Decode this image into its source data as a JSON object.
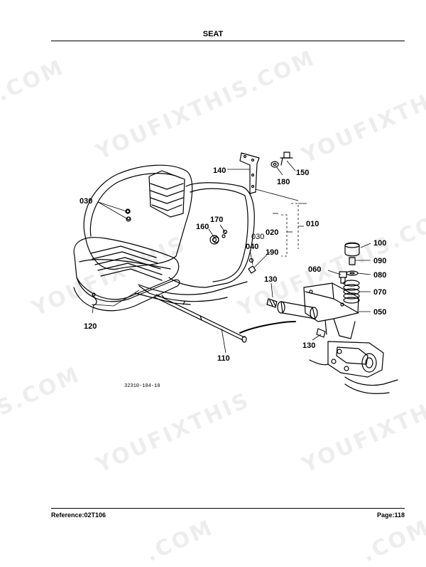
{
  "page": {
    "title": "SEAT",
    "reference": "Reference:02T106",
    "page_number": "Page:118"
  },
  "watermark": {
    "text": "YOUFIXTHIS",
    "text_com": "YOUFIXTHIS.COM",
    "text_short": ".COM",
    "text_tail": "S.COM"
  },
  "diagram": {
    "drawing_code": "32310-104-10",
    "labels": {
      "p010": "010",
      "p020": "020",
      "p030a": "030",
      "p030b": "030",
      "p040": "040",
      "p050": "050",
      "p060": "060",
      "p070": "070",
      "p080": "080",
      "p090": "090",
      "p100": "100",
      "p110": "110",
      "p120": "120",
      "p130a": "130",
      "p130b": "130",
      "p140": "140",
      "p150": "150",
      "p160": "160",
      "p170": "170",
      "p180": "180",
      "p190": "190"
    }
  }
}
